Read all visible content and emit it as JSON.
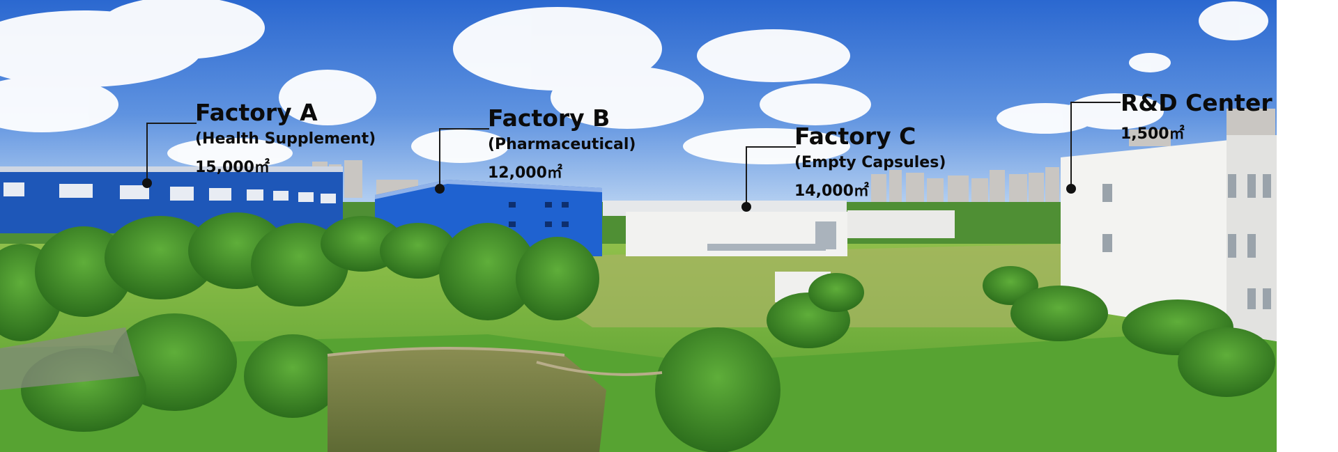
{
  "image": {
    "description_free": true
  },
  "colors": {
    "sky_top": "#2f6fd6",
    "sky_bottom": "#9fc4ef",
    "blue_cladding": "#1f5fc9",
    "white_building": "#f0f0ee",
    "grass_light": "#6fb83a",
    "grass_dark": "#3f8a24",
    "pond": "#6f7a3e",
    "label_text": "#0b0b0b"
  },
  "annotations": [
    {
      "id": "factory-a",
      "title": "Factory A",
      "subtitle": "(Health Supplement)",
      "area": "15,000㎡"
    },
    {
      "id": "factory-b",
      "title": "Factory B",
      "subtitle": "(Pharmaceutical)",
      "area": "12,000㎡"
    },
    {
      "id": "factory-c",
      "title": "Factory C",
      "subtitle": "(Empty Capsules)",
      "area": "14,000㎡"
    },
    {
      "id": "rd-center",
      "title": "R&D Center",
      "area": "1,500㎡"
    }
  ]
}
